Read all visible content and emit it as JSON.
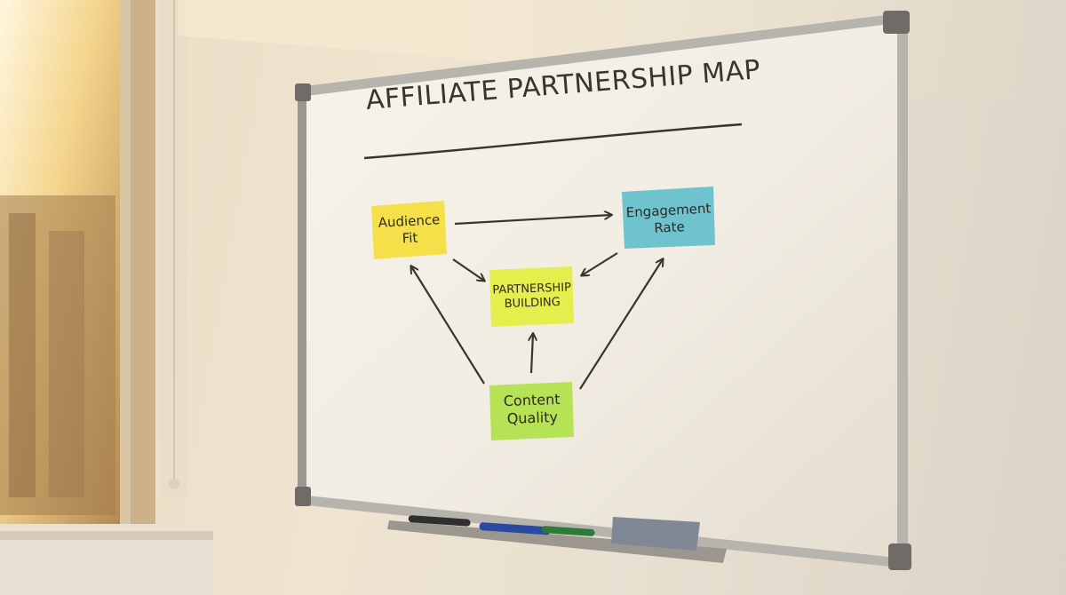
{
  "whiteboard": {
    "title": "AFFILIATE PARTNERSHIP MAP",
    "notes": {
      "audience_fit": [
        "Audience",
        "Fit"
      ],
      "engagement_rate": [
        "Engagement",
        "Rate"
      ],
      "partnership_building": [
        "PARTNERSHIP",
        "BUILDING"
      ],
      "content_quality": [
        "Content",
        "Quality"
      ]
    }
  },
  "colors": {
    "note_yellow": "#f6e04a",
    "note_blue": "#6fc3cf",
    "note_lime": "#e4ef4e",
    "note_green": "#b6e356",
    "ink": "#3a342c"
  },
  "icons": [
    "marker-icon",
    "eraser-icon"
  ]
}
